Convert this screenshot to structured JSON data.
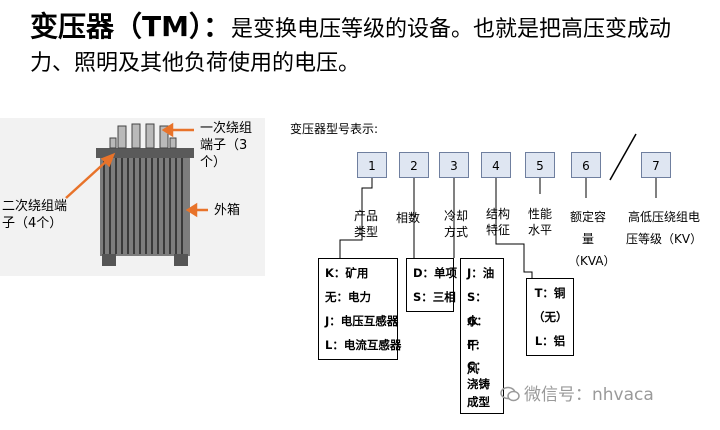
{
  "header": {
    "term": "变压器（TM）：",
    "definition": "是变换电压等级的设备。也就是把高压变成动力、照明及其他负荷使用的电压。"
  },
  "photo": {
    "primary_terminal_label": "一次绕组端子（3个）",
    "secondary_terminal_label": "二次绕组端子（4个）",
    "tank_label": "外箱"
  },
  "diagram": {
    "title": "变压器型号表示:",
    "codes": [
      {
        "num": "1",
        "caption": "产品类型"
      },
      {
        "num": "2",
        "caption": "相数"
      },
      {
        "num": "3",
        "caption": "冷却方式"
      },
      {
        "num": "4",
        "caption": "结构特征"
      },
      {
        "num": "5",
        "caption": "性能水平"
      },
      {
        "num": "6",
        "caption": "额定容量（KVA）"
      },
      {
        "num": "7",
        "caption": "高低压绕组电压等级（KV）"
      }
    ],
    "options": {
      "product_type": [
        "K：矿用",
        "无：电力",
        "J：电压互感器",
        "L：电流互感器"
      ],
      "phase": [
        "D：单项",
        "S：三相"
      ],
      "cooling": [
        "J：油",
        "S：水",
        "G：干",
        "F：风",
        "C：浇铸成型"
      ],
      "material": [
        "T：铜",
        "（无）",
        "L：铝"
      ]
    }
  },
  "watermark": {
    "text": "微信号：nhvaca"
  },
  "colors": {
    "number_box_fill": "#dfe6f2",
    "number_box_border": "#6f7f9f",
    "arrow": "#e8732a"
  }
}
